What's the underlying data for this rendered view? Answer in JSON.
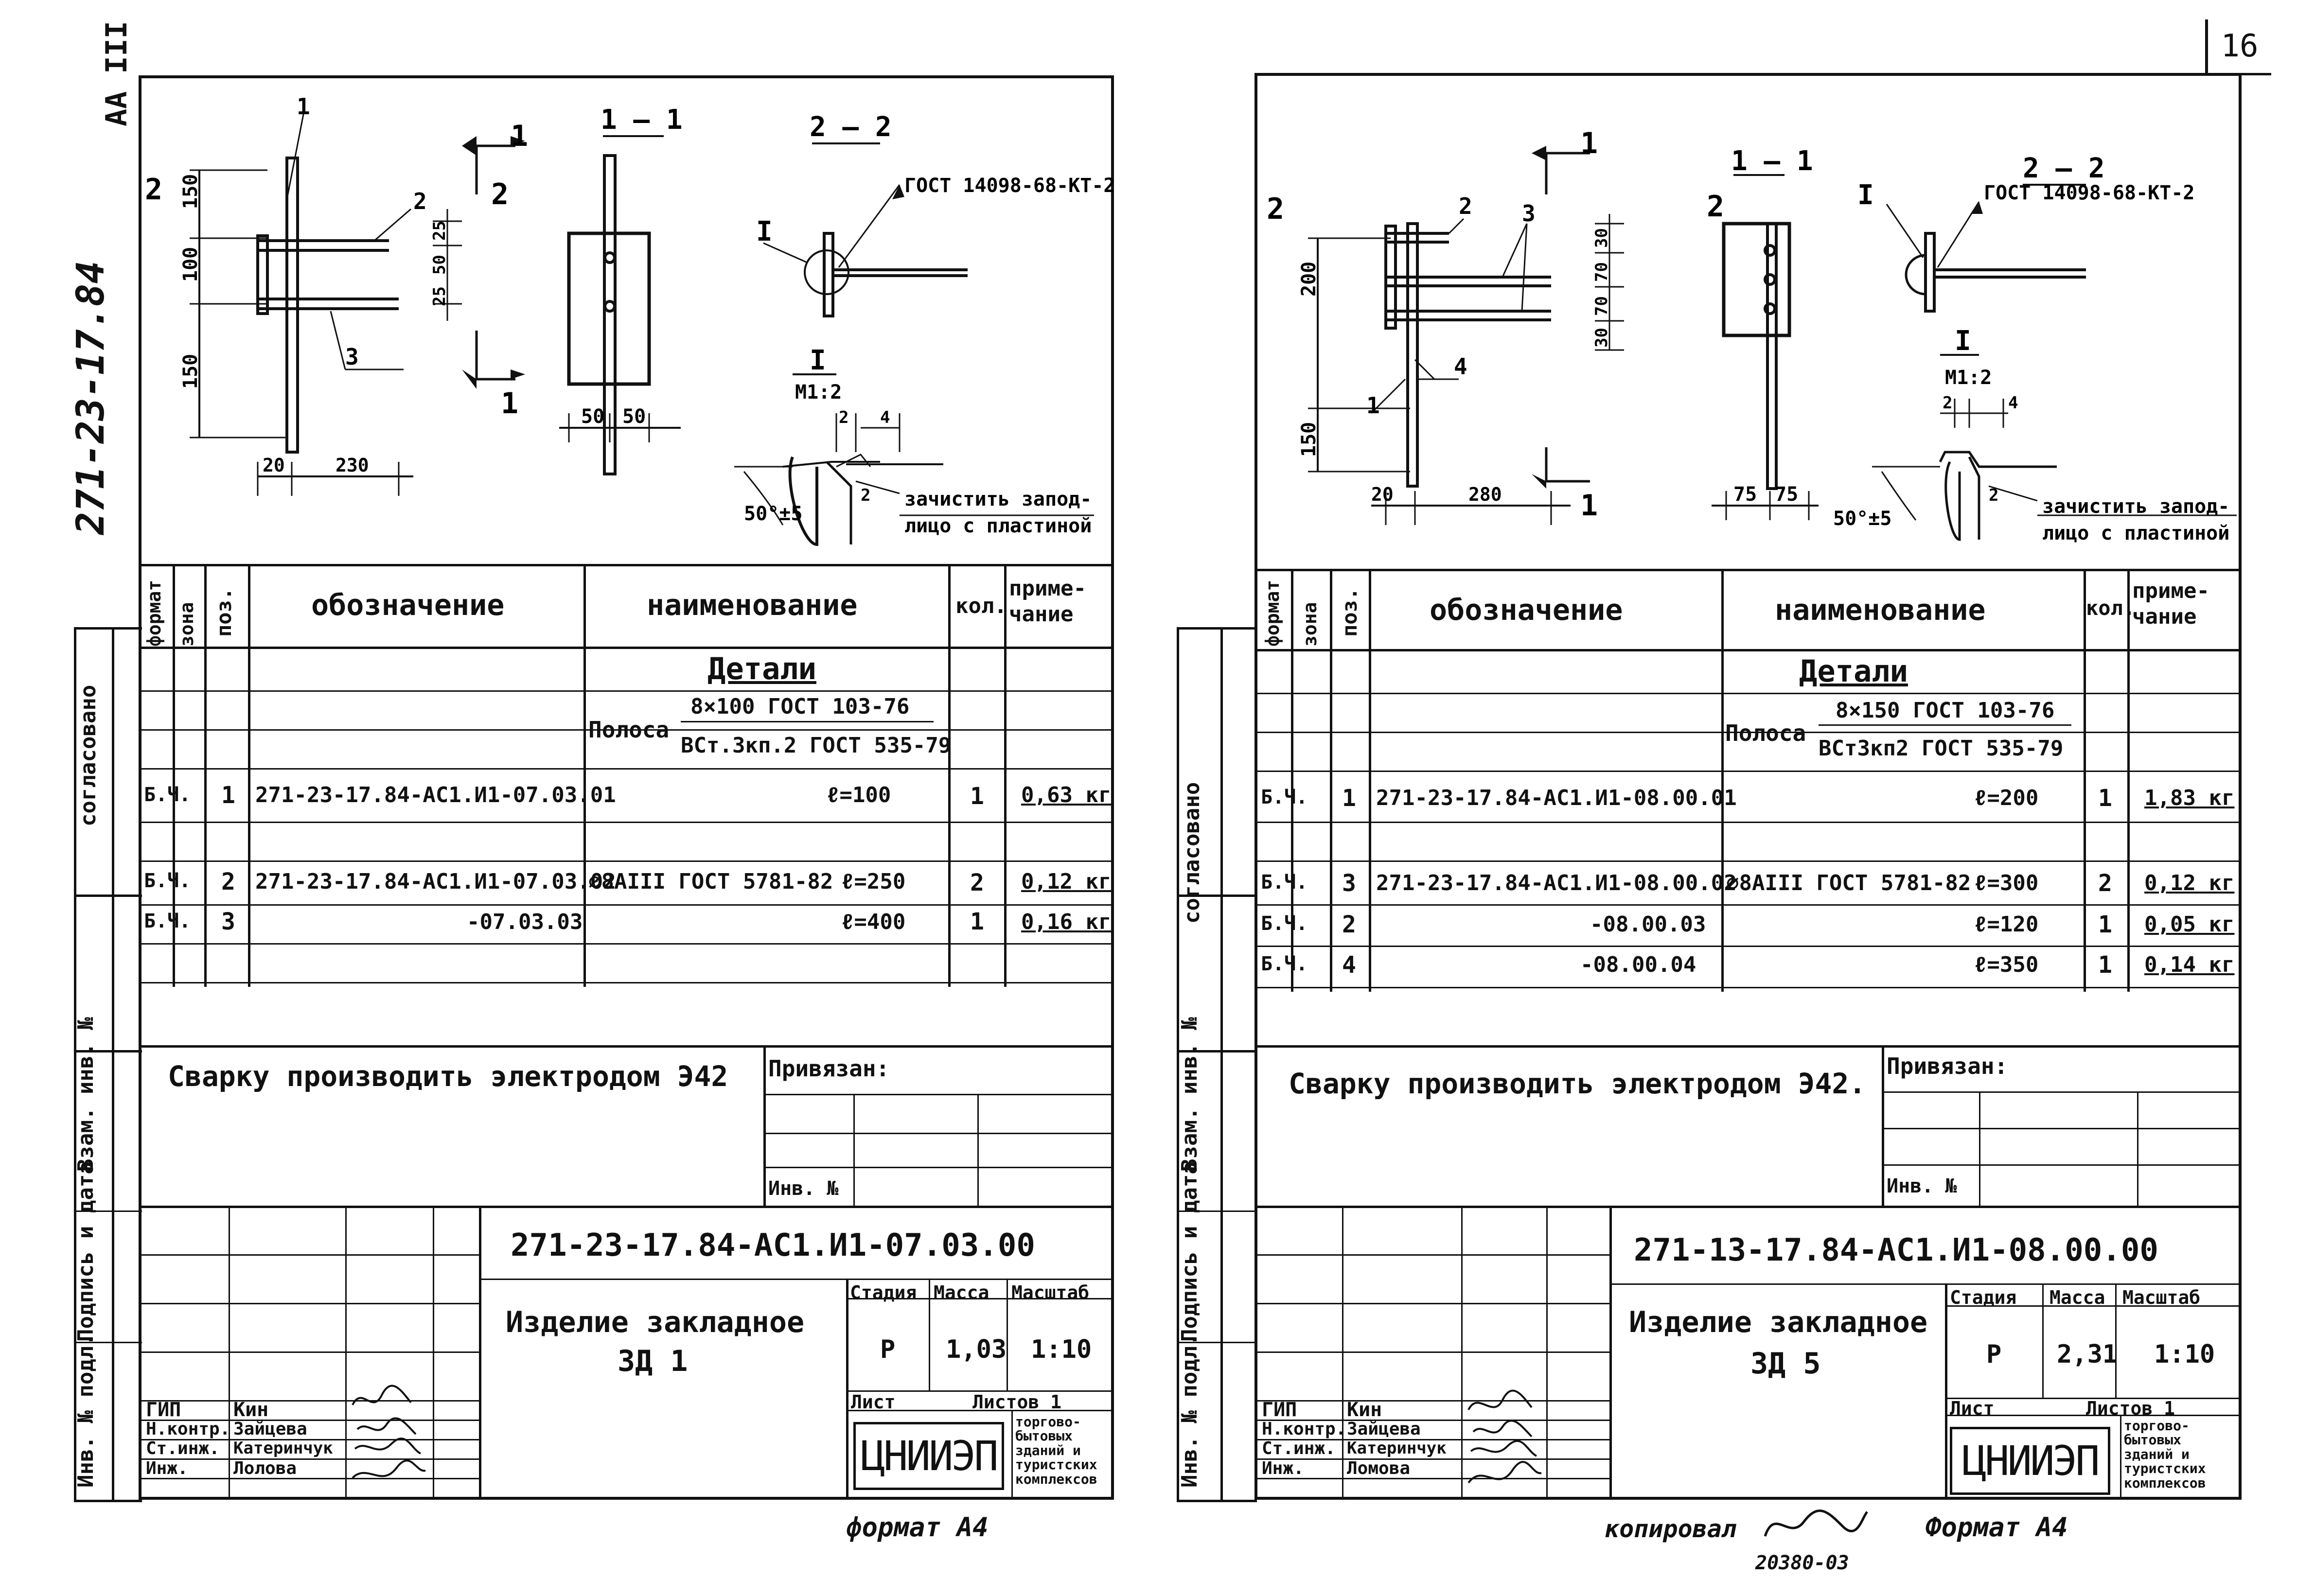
{
  "page_number": "16",
  "copied_by_label": "копировал",
  "archive_number": "20380-03",
  "left": {
    "side_code": "АА III",
    "vertical_doc_code": "271-23-17.84",
    "stamp_agreed": "согласовано",
    "side_stamp_cells": [
      "Инв. № подл.",
      "Подпись и дата",
      "Взам. инв. №"
    ],
    "drawing": {
      "pos_labels": [
        "1",
        "2",
        "3"
      ],
      "dims_vertical": [
        "150",
        "100",
        "150"
      ],
      "dims_horizontal": [
        "20",
        "230"
      ],
      "dims_small": [
        "25",
        "50",
        "25"
      ],
      "section_1_1": "1 — 1",
      "section_dims": [
        "50",
        "50"
      ],
      "section_2_2": "2 — 2",
      "gost_weld": "ГОСТ 14098-68-КТ-2",
      "detail_mark": "I",
      "detail_scale": "М1:2",
      "detail_dims": [
        "2",
        "4",
        "2"
      ],
      "detail_angle": "50°±5",
      "detail_note_1": "зачистить запод-",
      "detail_note_2": "лицо с пластиной",
      "cut_marks": [
        "2",
        "2",
        "1",
        "1"
      ]
    },
    "spec_headers": [
      "формат",
      "зона",
      "поз.",
      "обозначение",
      "наименование",
      "кол.",
      "приме-\nчание"
    ],
    "spec_section": "Детали",
    "spec_material_prefix": "Полоса",
    "spec_material_top": "8×100  ГОСТ 103-76",
    "spec_material_bottom": "ВСт.3кп.2 ГОСТ 535-79",
    "spec_rows": [
      {
        "format": "Б.Ч.",
        "zone": "",
        "pos": "1",
        "designation": "271-23-17.84-АС1.И1-07.03.01",
        "name": "",
        "length": "ℓ=100",
        "qty": "1",
        "note": "0,63 кг"
      },
      {
        "format": "Б.Ч.",
        "zone": "",
        "pos": "2",
        "designation": "271-23-17.84-АС1.И1-07.03.02",
        "name": "⌀8АIII ГОСТ 5781-82",
        "length": "ℓ=250",
        "qty": "2",
        "note": "0,12 кг"
      },
      {
        "format": "Б.Ч.",
        "zone": "",
        "pos": "3",
        "designation": "-07.03.03",
        "name": "",
        "length": "ℓ=400",
        "qty": "1",
        "note": "0,16 кг"
      }
    ],
    "weld_note": "Сварку производить электродом Э42",
    "attached_label": "Привязан:",
    "inv_label": "Инв. №",
    "doc_code": "271-23-17.84-АС1.И1-07.03.00",
    "title_1": "Изделие закладное",
    "title_2": "ЗД 1",
    "stage_label": "Стадия",
    "mass_label": "Масса",
    "scale_label": "Масштаб",
    "stage": "Р",
    "mass": "1,03",
    "scale": "1:10",
    "sheet_label": "Лист",
    "sheets_label": "Листов 1",
    "org_logo": "ЦНИИЭП",
    "org_name": "торгово-бытовых зданий и туристских комплексов",
    "roles": [
      "ГИП",
      "Н.контр.",
      "Ст.инж.",
      "Инж."
    ],
    "names": [
      "Кин",
      "Зайцева",
      "Катеринчук",
      "Лолова"
    ],
    "format_label": "формат А4"
  },
  "right": {
    "stamp_agreed": "согласовано",
    "side_stamp_cells": [
      "Инв. № подл.",
      "Подпись и дата",
      "Взам. инв. №"
    ],
    "drawing": {
      "pos_labels": [
        "2",
        "3",
        "4",
        "1"
      ],
      "dims_vertical": [
        "200",
        "150"
      ],
      "dims_horizontal": [
        "20",
        "280"
      ],
      "dims_small": [
        "30",
        "70",
        "70",
        "30"
      ],
      "section_1_1": "1 — 1",
      "section_dims": [
        "75",
        "75"
      ],
      "section_2_2": "2 — 2",
      "gost_weld": "ГОСТ 14098-68-КТ-2",
      "detail_mark": "I",
      "detail_scale": "М1:2",
      "detail_dims": [
        "2",
        "4",
        "2"
      ],
      "detail_angle": "50°±5",
      "detail_note_1": "зачистить запод-",
      "detail_note_2": "лицо с пластиной",
      "cut_marks": [
        "2",
        "2",
        "1",
        "1"
      ]
    },
    "spec_headers": [
      "формат",
      "зона",
      "поз.",
      "обозначение",
      "наименование",
      "кол.",
      "приме-\nчание"
    ],
    "spec_section": "Детали",
    "spec_material_prefix": "Полоса",
    "spec_material_top": "8×150  ГОСТ 103-76",
    "spec_material_bottom": "ВСт3кп2 ГОСТ 535-79",
    "spec_rows": [
      {
        "format": "Б.Ч.",
        "zone": "",
        "pos": "1",
        "designation": "271-23-17.84-АС1.И1-08.00.01",
        "name": "",
        "length": "ℓ=200",
        "qty": "1",
        "note": "1,83 кг"
      },
      {
        "format": "Б.Ч.",
        "zone": "",
        "pos": "3",
        "designation": "271-23-17.84-АС1.И1-08.00.02",
        "name": "⌀8АIII ГОСТ 5781-82",
        "length": "ℓ=300",
        "qty": "2",
        "note": "0,12 кг"
      },
      {
        "format": "Б.Ч.",
        "zone": "",
        "pos": "2",
        "designation": "-08.00.03",
        "name": "",
        "length": "ℓ=120",
        "qty": "1",
        "note": "0,05 кг"
      },
      {
        "format": "Б.Ч.",
        "zone": "",
        "pos": "4",
        "designation": "-08.00.04",
        "name": "",
        "length": "ℓ=350",
        "qty": "1",
        "note": "0,14 кг"
      }
    ],
    "weld_note": "Сварку производить электродом Э42.",
    "attached_label": "Привязан:",
    "inv_label": "Инв. №",
    "doc_code": "271-13-17.84-АС1.И1-08.00.00",
    "title_1": "Изделие закладное",
    "title_2": "ЗД 5",
    "stage_label": "Стадия",
    "mass_label": "Масса",
    "scale_label": "Масштаб",
    "stage": "Р",
    "mass": "2,31",
    "scale": "1:10",
    "sheet_label": "Лист",
    "sheets_label": "Листов 1",
    "org_logo": "ЦНИИЭП",
    "org_name": "торгово-бытовых зданий и туристских комплексов",
    "roles": [
      "ГИП",
      "Н.контр.",
      "Ст.инж.",
      "Инж."
    ],
    "names": [
      "Кин",
      "Зайцева",
      "Катеринчук",
      "Ломова"
    ],
    "format_label": "Формат А4"
  }
}
